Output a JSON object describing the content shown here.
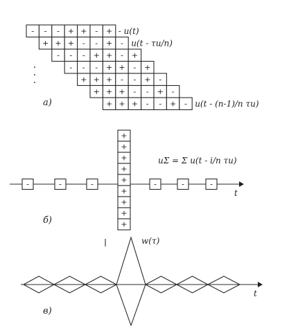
{
  "panel_a": {
    "label": "a)",
    "rows": [
      {
        "signs": [
          "-",
          "-",
          "-",
          "+",
          "+",
          "-",
          "+"
        ],
        "label": "- u(t)"
      },
      {
        "signs": [
          "+",
          "+",
          "+",
          "-",
          "-",
          "+",
          "-"
        ],
        "label": "u(t - τи/n)"
      },
      {
        "signs": [
          "-",
          "-",
          "-",
          "+",
          "+",
          "-",
          "+"
        ],
        "label": ""
      },
      {
        "signs": [
          "-",
          "-",
          "-",
          "+",
          "+",
          "-",
          "+"
        ],
        "label": ""
      },
      {
        "signs": [
          "+",
          "+",
          "+",
          "-",
          "-",
          "+",
          "-"
        ],
        "label": ""
      },
      {
        "signs": [
          "+",
          "+",
          "+",
          "-",
          "-",
          "+",
          "-"
        ],
        "label": ""
      },
      {
        "signs": [
          "+",
          "+",
          "+",
          "-",
          "-",
          "+",
          "-"
        ],
        "label": "u(t - (n-1)/n τи)"
      }
    ]
  },
  "panel_b": {
    "label": "б)",
    "formula": "uΣ = Σ u(t - i/n τи)",
    "axis_label": "t",
    "side_signs": [
      "-",
      "-",
      "-",
      "-",
      "-",
      "-"
    ],
    "center_signs": [
      "+",
      "+",
      "+",
      "+",
      "+",
      "+",
      "+",
      "+",
      "+"
    ]
  },
  "panel_c": {
    "label": "в)",
    "curve_label": "w(τ)",
    "axis_label": "t"
  }
}
